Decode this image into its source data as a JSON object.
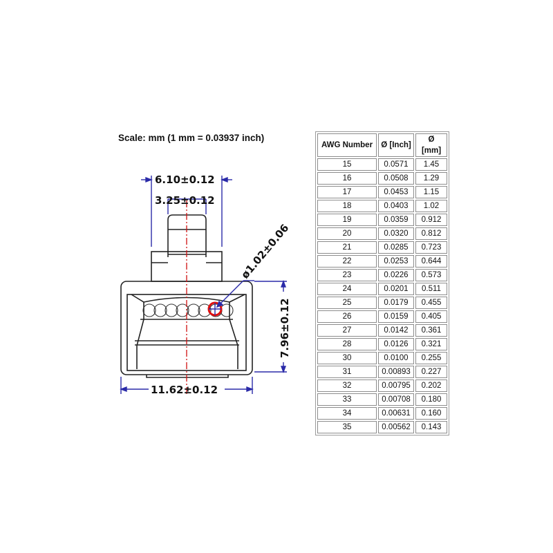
{
  "title": "Scale: mm (1 mm = 0.03937 inch)",
  "drawing": {
    "dimensions": {
      "outer_top_width": "6.10±0.12",
      "inner_top_width": "3.25±0.12",
      "wire_diameter": "ø1.02±0.06",
      "height": "7.96±0.12",
      "bottom_width": "11.62±0.12"
    },
    "colors": {
      "outline": "#222222",
      "dimension_lines": "#2a2aa8",
      "center_line": "#d01010",
      "highlight_circle": "#e01010"
    }
  },
  "table": {
    "headers": [
      "AWG Number",
      "Ø [Inch]",
      "Ø [mm]"
    ],
    "rows": [
      [
        "15",
        "0.0571",
        "1.45"
      ],
      [
        "16",
        "0.0508",
        "1.29"
      ],
      [
        "17",
        "0.0453",
        "1.15"
      ],
      [
        "18",
        "0.0403",
        "1.02"
      ],
      [
        "19",
        "0.0359",
        "0.912"
      ],
      [
        "20",
        "0.0320",
        "0.812"
      ],
      [
        "21",
        "0.0285",
        "0.723"
      ],
      [
        "22",
        "0.0253",
        "0.644"
      ],
      [
        "23",
        "0.0226",
        "0.573"
      ],
      [
        "24",
        "0.0201",
        "0.511"
      ],
      [
        "25",
        "0.0179",
        "0.455"
      ],
      [
        "26",
        "0.0159",
        "0.405"
      ],
      [
        "27",
        "0.0142",
        "0.361"
      ],
      [
        "28",
        "0.0126",
        "0.321"
      ],
      [
        "30",
        "0.0100",
        "0.255"
      ],
      [
        "31",
        "0.00893",
        "0.227"
      ],
      [
        "32",
        "0.00795",
        "0.202"
      ],
      [
        "33",
        "0.00708",
        "0.180"
      ],
      [
        "34",
        "0.00631",
        "0.160"
      ],
      [
        "35",
        "0.00562",
        "0.143"
      ]
    ]
  }
}
